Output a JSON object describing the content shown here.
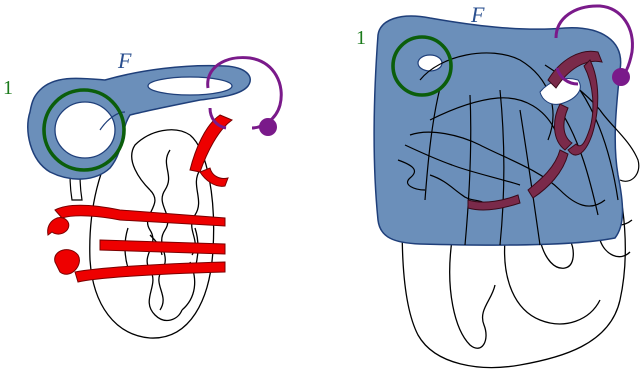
{
  "panels": [
    {
      "id": "left",
      "surface_label": "F",
      "curve_label": "1"
    },
    {
      "id": "right",
      "surface_label": "F",
      "curve_label": "1"
    }
  ],
  "colors": {
    "surface_fill": "#6b8fba",
    "surface_edge": "#1f3f7a",
    "band": "#ee0000",
    "band_dark": "#7a2a4a",
    "green_curve": "#0b5e0b",
    "purple_curve": "#7a1a8a",
    "knot": "#000000",
    "label_F": "#2a4f8f",
    "label_1": "#1a7a1a"
  }
}
